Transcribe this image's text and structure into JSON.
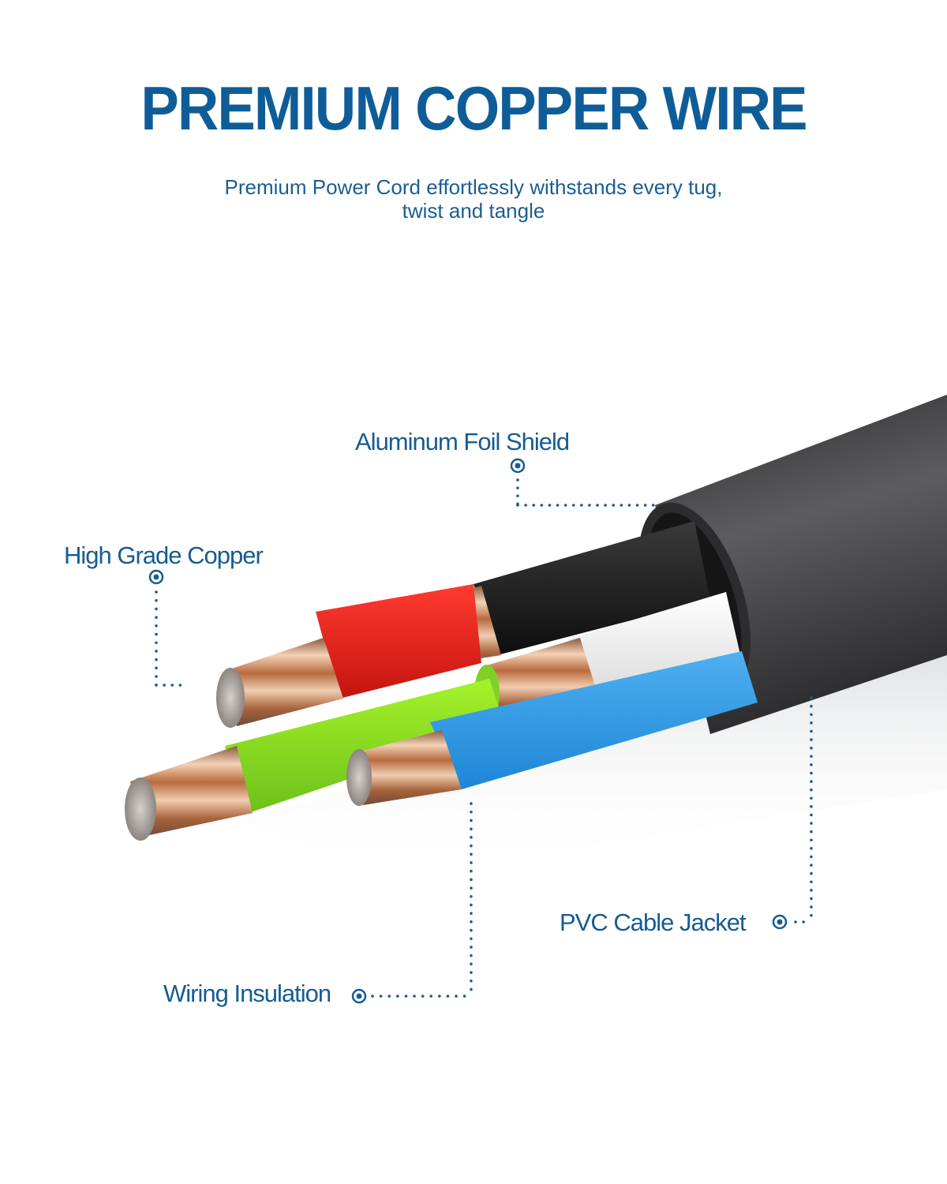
{
  "header": {
    "title": "PREMIUM COPPER WIRE",
    "subtitle_line1": "Premium Power Cord effortlessly withstands every tug,",
    "subtitle_line2": "twist and tangle"
  },
  "callouts": {
    "aluminum_foil_shield": "Aluminum Foil Shield",
    "high_grade_copper": "High Grade Copper",
    "pvc_cable_jacket": "PVC Cable Jacket",
    "wiring_insulation": "Wiring Insulation"
  },
  "colors": {
    "brand_blue": "#0f5d98",
    "jacket": "#3a3a3c",
    "wire_red": "#e8231f",
    "wire_black": "#1c1c1c",
    "wire_green": "#8fe01f",
    "wire_white": "#f2f2f2",
    "wire_blue": "#2a97e0",
    "copper": "#c9855a"
  },
  "icons": {
    "callout_marker": "target-dot-icon",
    "leader_line": "dotted-leader-line"
  }
}
